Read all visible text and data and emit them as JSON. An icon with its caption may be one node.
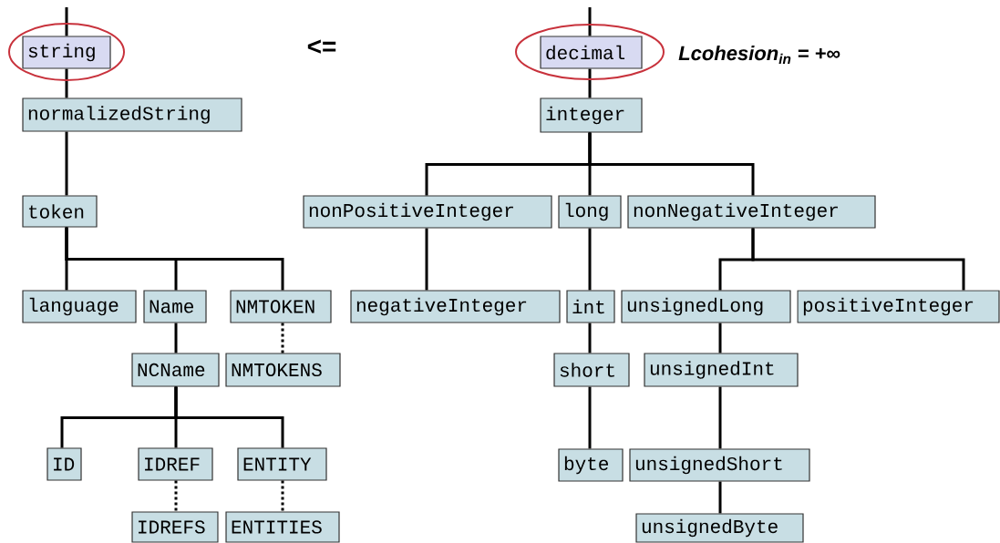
{
  "diagram": {
    "nodes": [
      {
        "text": [
          "string"
        ]
      },
      {
        "text": [
          "normalizedString"
        ]
      },
      {
        "text": [
          "token"
        ]
      },
      {
        "text": [
          "language"
        ]
      },
      {
        "text": [
          "Name"
        ]
      },
      {
        "text": [
          "NMTOKEN"
        ]
      },
      {
        "text": [
          "NCName"
        ]
      },
      {
        "text": [
          "NMTOKENS"
        ]
      },
      {
        "text": [
          "ID"
        ]
      },
      {
        "text": [
          "IDREF"
        ]
      },
      {
        "text": [
          "ENTITY"
        ]
      },
      {
        "text": [
          "IDREFS"
        ]
      },
      {
        "text": [
          "ENTITIES"
        ]
      },
      {
        "text": [
          "decimal"
        ]
      },
      {
        "text": [
          "integer"
        ]
      },
      {
        "text": [
          "nonPositiveInteger"
        ]
      },
      {
        "text": [
          "long"
        ]
      },
      {
        "text": [
          "nonNegativeInteger"
        ]
      },
      {
        "text": [
          "negativeInteger"
        ]
      },
      {
        "text": [
          "int"
        ]
      },
      {
        "text": [
          "unsignedLong"
        ]
      },
      {
        "text": [
          "positiveInteger"
        ]
      },
      {
        "text": [
          "short"
        ]
      },
      {
        "text": [
          "unsignedInt"
        ]
      },
      {
        "text": [
          "byte"
        ]
      },
      {
        "text": [
          "unsignedShort"
        ]
      },
      {
        "text": [
          "unsignedByte"
        ]
      }
    ],
    "edges": [
      {
        "from": null,
        "to": 0,
        "arrow": "none"
      },
      {
        "from": 0,
        "to": 1,
        "arrow": "none"
      },
      {
        "from": 1,
        "to": 2,
        "arrow": "none"
      },
      {
        "from": 2,
        "to": 3,
        "arrow": "none"
      },
      {
        "from": 2,
        "to": 4,
        "arrow": "none"
      },
      {
        "from": 2,
        "to": 5,
        "arrow": "none"
      },
      {
        "from": 4,
        "to": 6,
        "arrow": "none"
      },
      {
        "from": 5,
        "to": 7,
        "arrow": "none",
        "style": "dashed"
      },
      {
        "from": 6,
        "to": 8,
        "arrow": "none"
      },
      {
        "from": 6,
        "to": 9,
        "arrow": "none"
      },
      {
        "from": 6,
        "to": 10,
        "arrow": "none"
      },
      {
        "from": 9,
        "to": 11,
        "arrow": "none",
        "style": "dashed"
      },
      {
        "from": 10,
        "to": 12,
        "arrow": "none",
        "style": "dashed"
      },
      {
        "from": null,
        "to": 13,
        "arrow": "none"
      },
      {
        "from": 13,
        "to": 14,
        "arrow": "none"
      },
      {
        "from": 14,
        "to": 15,
        "arrow": "none"
      },
      {
        "from": 14,
        "to": 16,
        "arrow": "none"
      },
      {
        "from": 14,
        "to": 17,
        "arrow": "none"
      },
      {
        "from": 15,
        "to": 18,
        "arrow": "none"
      },
      {
        "from": 16,
        "to": 19,
        "arrow": "none"
      },
      {
        "from": 17,
        "to": 20,
        "arrow": "none"
      },
      {
        "from": 17,
        "to": 21,
        "arrow": "none"
      },
      {
        "from": 19,
        "to": 22,
        "arrow": "none"
      },
      {
        "from": 20,
        "to": 23,
        "arrow": "none"
      },
      {
        "from": 22,
        "to": 24,
        "arrow": "none"
      },
      {
        "from": 23,
        "to": 25,
        "arrow": "none"
      },
      {
        "from": 25,
        "to": 26,
        "arrow": "none"
      }
    ],
    "labels": [
      "<=",
      "Lcohesion$_{in}$ = +∞"
    ]
  }
}
